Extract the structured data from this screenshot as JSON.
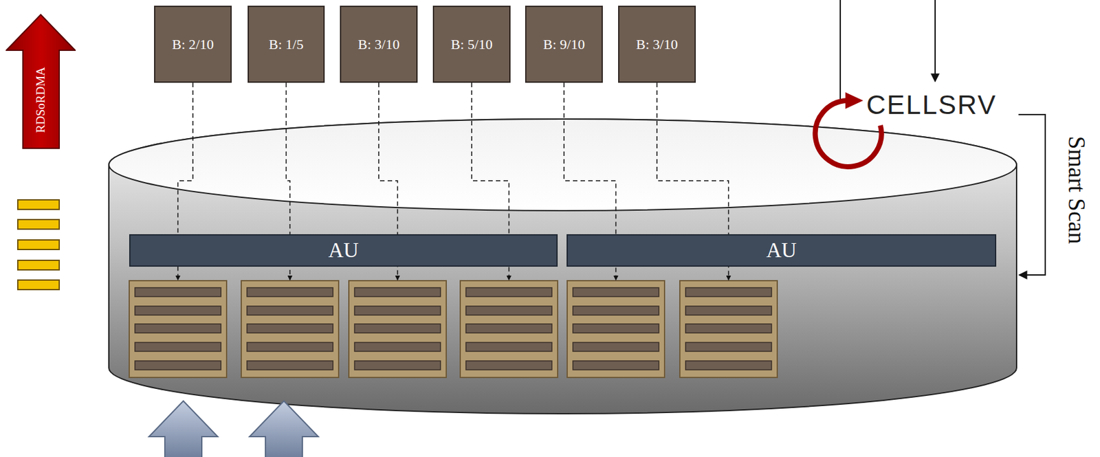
{
  "diagram": {
    "nodes": [
      {
        "text": [
          "RDSoRDMA"
        ]
      },
      {
        "text": [
          "B: 2/10"
        ]
      },
      {
        "text": [
          "B: 1/5"
        ]
      },
      {
        "text": [
          "B: 3/10"
        ]
      },
      {
        "text": [
          "B: 5/10"
        ]
      },
      {
        "text": [
          "B: 9/10"
        ]
      },
      {
        "text": [
          "B: 3/10"
        ]
      },
      {
        "text": [
          "AU"
        ]
      },
      {
        "text": [
          "AU"
        ]
      }
    ],
    "labels": [
      "CELLSRV",
      "Smart Scan"
    ]
  }
}
